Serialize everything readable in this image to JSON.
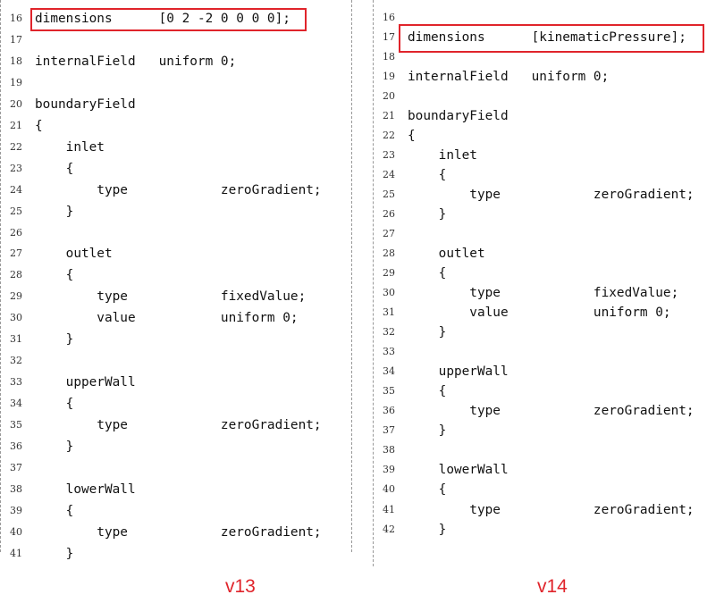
{
  "left": {
    "label": "v13",
    "lines": [
      {
        "n": "16",
        "t": "dimensions      [0 2 -2 0 0 0 0];"
      },
      {
        "n": "17",
        "t": ""
      },
      {
        "n": "18",
        "t": "internalField   uniform 0;"
      },
      {
        "n": "19",
        "t": ""
      },
      {
        "n": "20",
        "t": "boundaryField"
      },
      {
        "n": "21",
        "t": "{"
      },
      {
        "n": "22",
        "t": "    inlet"
      },
      {
        "n": "23",
        "t": "    {"
      },
      {
        "n": "24",
        "t": "        type            zeroGradient;"
      },
      {
        "n": "25",
        "t": "    }"
      },
      {
        "n": "26",
        "t": ""
      },
      {
        "n": "27",
        "t": "    outlet"
      },
      {
        "n": "28",
        "t": "    {"
      },
      {
        "n": "29",
        "t": "        type            fixedValue;"
      },
      {
        "n": "30",
        "t": "        value           uniform 0;"
      },
      {
        "n": "31",
        "t": "    }"
      },
      {
        "n": "32",
        "t": ""
      },
      {
        "n": "33",
        "t": "    upperWall"
      },
      {
        "n": "34",
        "t": "    {"
      },
      {
        "n": "35",
        "t": "        type            zeroGradient;"
      },
      {
        "n": "36",
        "t": "    }"
      },
      {
        "n": "37",
        "t": ""
      },
      {
        "n": "38",
        "t": "    lowerWall"
      },
      {
        "n": "39",
        "t": "    {"
      },
      {
        "n": "40",
        "t": "        type            zeroGradient;"
      },
      {
        "n": "41",
        "t": "    }"
      }
    ]
  },
  "right": {
    "label": "v14",
    "lines": [
      {
        "n": "16",
        "t": ""
      },
      {
        "n": "17",
        "t": "dimensions      [kinematicPressure];"
      },
      {
        "n": "18",
        "t": ""
      },
      {
        "n": "19",
        "t": "internalField   uniform 0;"
      },
      {
        "n": "20",
        "t": ""
      },
      {
        "n": "21",
        "t": "boundaryField"
      },
      {
        "n": "22",
        "t": "{"
      },
      {
        "n": "23",
        "t": "    inlet"
      },
      {
        "n": "24",
        "t": "    {"
      },
      {
        "n": "25",
        "t": "        type            zeroGradient;"
      },
      {
        "n": "26",
        "t": "    }"
      },
      {
        "n": "27",
        "t": ""
      },
      {
        "n": "28",
        "t": "    outlet"
      },
      {
        "n": "29",
        "t": "    {"
      },
      {
        "n": "30",
        "t": "        type            fixedValue;"
      },
      {
        "n": "31",
        "t": "        value           uniform 0;"
      },
      {
        "n": "32",
        "t": "    }"
      },
      {
        "n": "33",
        "t": ""
      },
      {
        "n": "34",
        "t": "    upperWall"
      },
      {
        "n": "35",
        "t": "    {"
      },
      {
        "n": "36",
        "t": "        type            zeroGradient;"
      },
      {
        "n": "37",
        "t": "    }"
      },
      {
        "n": "38",
        "t": ""
      },
      {
        "n": "39",
        "t": "    lowerWall"
      },
      {
        "n": "40",
        "t": "    {"
      },
      {
        "n": "41",
        "t": "        type            zeroGradient;"
      },
      {
        "n": "42",
        "t": "    }"
      }
    ]
  },
  "colors": {
    "highlight": "#e0242b"
  }
}
